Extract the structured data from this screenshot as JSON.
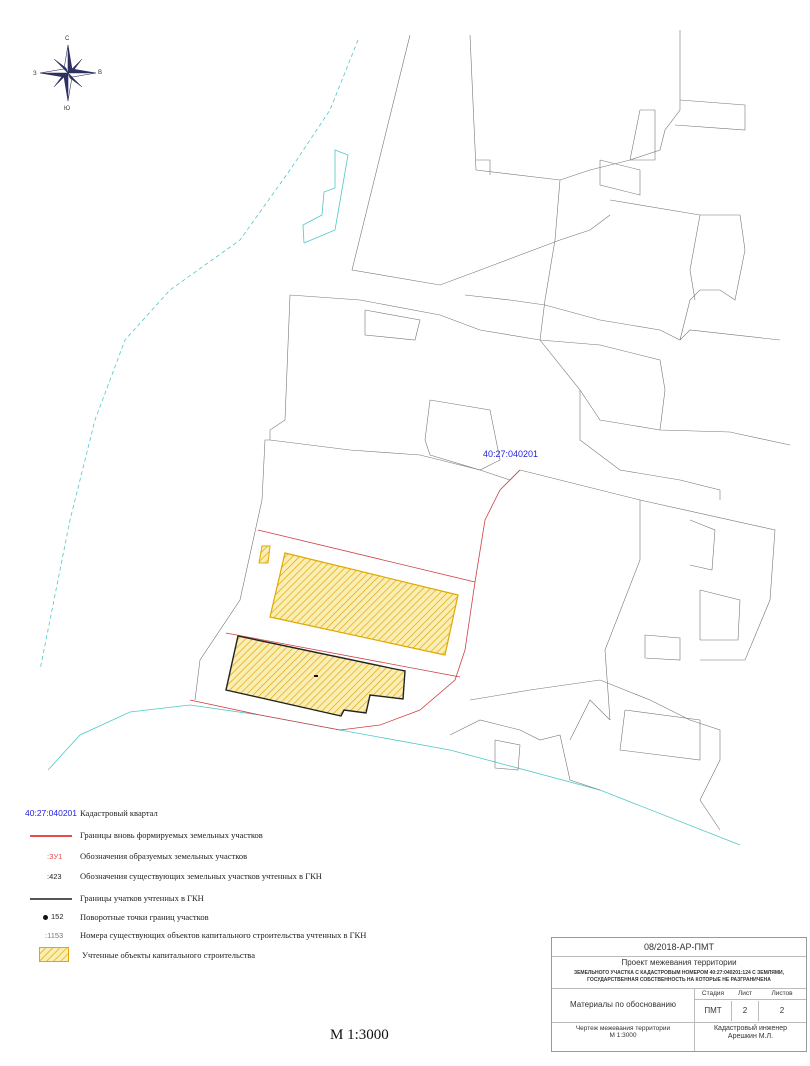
{
  "compass": {
    "north": "С",
    "south": "Ю",
    "west": "З",
    "east": "В"
  },
  "map": {
    "quarter_label": "40:27:040201",
    "scale_label": "М 1:3000",
    "colors": {
      "new_boundary": "#e05050",
      "gkn_boundary": "#555555",
      "quarter_boundary": "#4fc8c8",
      "building_fill": "#f0c030",
      "quarter_text": "#2222dd"
    }
  },
  "legend": [
    {
      "symbol": "40:27:040201",
      "text": "Кадастровый квартал"
    },
    {
      "symbol": "",
      "text": "Границы вновь формируемых земельных участков"
    },
    {
      "symbol": ":ЗУ1",
      "text": "Обозначения образуемых земельных участков"
    },
    {
      "symbol": ":423",
      "text": "Обозначения существующих земельных участков учтенных в ГКН"
    },
    {
      "symbol": "",
      "text": "Границы учатков учтенных в ГКН"
    },
    {
      "symbol": "152",
      "text": "Поворотные точки границ участков"
    },
    {
      "symbol": ":1153",
      "text": "Номера существующих объектов капитального строительства учтенных в ГКН"
    },
    {
      "symbol": "",
      "text": "Учтенные объекты капитального строительства"
    }
  ],
  "title_block": {
    "code": "08/2018-АР-ПМТ",
    "project": "Проект межевания территории",
    "subtitle_1": "ЗЕМЕЛЬНОГО УЧАСТКА С КАДАСТРОВЫМ НОМЕРОМ 40:27:040201:124 С ЗЕМЛЯМИ,",
    "subtitle_2": "ГОСУДАРСТВЕННАЯ СОБСТВЕННОСТЬ НА КОТОРЫЕ НЕ РАЗГРАНИЧЕНА",
    "materials": "Материалы по обоснованию",
    "stage_header": "Стадия",
    "sheet_header": "Лист",
    "sheets_header": "Листов",
    "stage": "ПМТ",
    "sheet": "2",
    "sheets": "2",
    "drawing_1": "Чертеж межевания территории",
    "drawing_2": "М 1:3000",
    "engineer_1": "Кадастровый инженер",
    "engineer_2": "Арешкин М.Л."
  }
}
